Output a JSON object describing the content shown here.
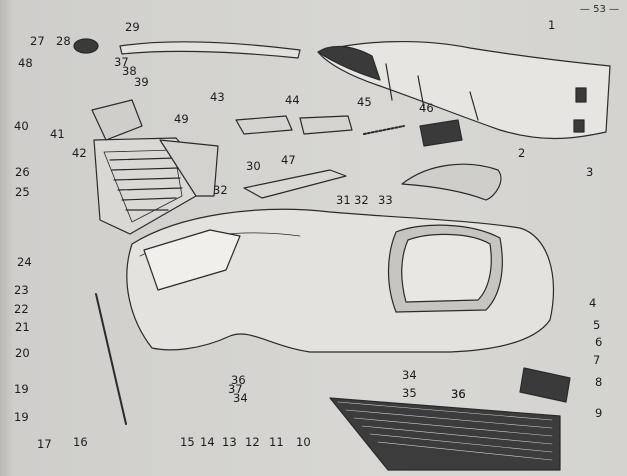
{
  "page_number": "— 53 —",
  "callouts": [
    "29",
    "1",
    "27",
    "28",
    "48",
    "37",
    "38",
    "39",
    "43",
    "44",
    "45",
    "46",
    "49",
    "40",
    "41",
    "42",
    "2",
    "26",
    "30",
    "47",
    "3",
    "25",
    "32",
    "31",
    "32",
    "33",
    "24",
    "23",
    "22",
    "21",
    "20",
    "4",
    "5",
    "6",
    "7",
    "8",
    "9",
    "34",
    "36",
    "35",
    "36",
    "19",
    "19",
    "17",
    "16",
    "15",
    "14",
    "13",
    "12",
    "11",
    "10",
    "36",
    "37",
    "34"
  ]
}
